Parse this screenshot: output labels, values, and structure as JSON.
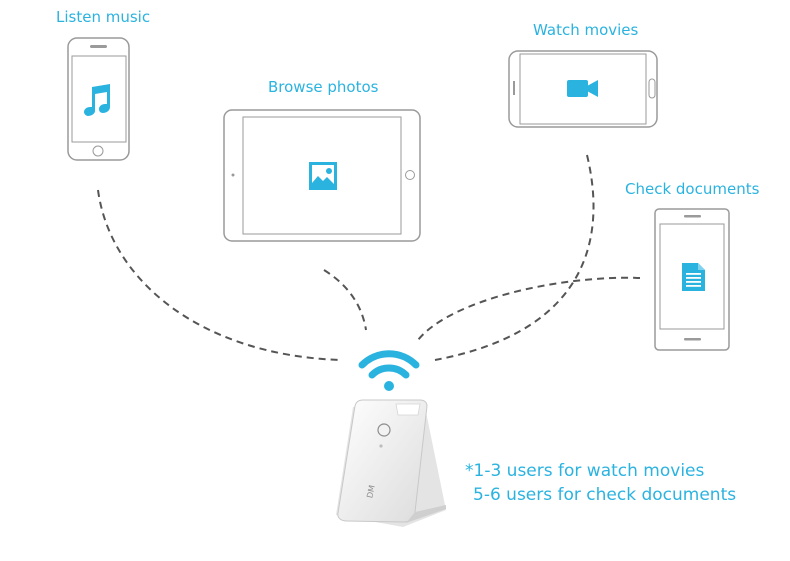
{
  "devices": {
    "phone_music": {
      "label": "Listen music",
      "icon": "music-note-icon"
    },
    "tablet_photos": {
      "label": "Browse photos",
      "icon": "image-icon"
    },
    "phone_movies": {
      "label": "Watch movies",
      "icon": "video-camera-icon"
    },
    "phone_documents": {
      "label": "Check documents",
      "icon": "document-icon"
    }
  },
  "hub": {
    "icon": "wifi-icon",
    "logo_text": "DM"
  },
  "note": {
    "line1": "*1-3 users for watch movies",
    "line2": "5-6 users for check documents"
  },
  "colors": {
    "accent": "#2bb3e0",
    "wire": "#555555",
    "device_outline": "#9a9a9a"
  }
}
